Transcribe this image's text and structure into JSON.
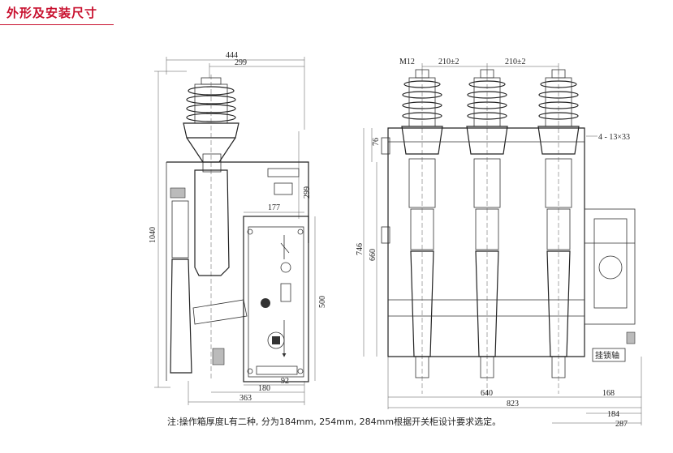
{
  "header": {
    "title": "外形及安装尺寸"
  },
  "side_view": {
    "dims": {
      "d444": "444",
      "d299top": "299",
      "d1040": "1040",
      "d299right": "299",
      "d177": "177",
      "d500": "500",
      "d92": "92",
      "d180": "180",
      "d363": "363"
    }
  },
  "front_view": {
    "dims": {
      "m12": "M12",
      "pitch1": "210±2",
      "pitch2": "210±2",
      "holes": "4 - 13×33",
      "d76": "76",
      "d746": "746",
      "d660": "660",
      "d640": "640",
      "d823": "823",
      "d168": "168",
      "d184": "184",
      "d287": "287"
    },
    "label_lock_shaft": "挂锁轴"
  },
  "footnote": "注:操作箱厚度L有二种, 分为184mm, 254mm, 284mm根据开关柜设计要求选定。",
  "colors": {
    "title": "#c8102e",
    "line": "#333333"
  }
}
